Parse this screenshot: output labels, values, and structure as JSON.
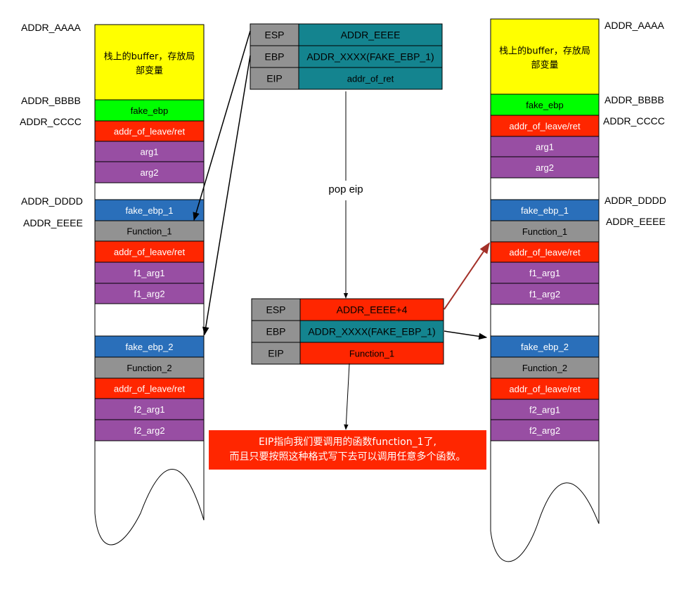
{
  "colors": {
    "yellow": "#ffff00",
    "green": "#00ff00",
    "red": "#ff2600",
    "purple": "#984ea3",
    "blue": "#2a6fba",
    "gray": "#929292",
    "teal": "#14848f",
    "white": "#ffffff",
    "arrow_black": "#000000",
    "arrow_red": "#a33028"
  },
  "left_stack": {
    "addresses": {
      "aaaa": "ADDR_AAAA",
      "bbbb": "ADDR_BBBB",
      "cccc": "ADDR_CCCC",
      "dddd": "ADDR_DDDD",
      "eeee": "ADDR_EEEE"
    },
    "cells": [
      {
        "label": "栈上的buffer，存放局部变量",
        "color": "yellow"
      },
      {
        "label": "fake_ebp",
        "color": "green"
      },
      {
        "label": "addr_of_leave/ret",
        "color": "red"
      },
      {
        "label": "arg1",
        "color": "purple"
      },
      {
        "label": "arg2",
        "color": "purple"
      },
      {
        "label": "",
        "color": "white"
      },
      {
        "label": "fake_ebp_1",
        "color": "blue"
      },
      {
        "label": "Function_1",
        "color": "gray"
      },
      {
        "label": "addr_of_leave/ret",
        "color": "red"
      },
      {
        "label": "f1_arg1",
        "color": "purple"
      },
      {
        "label": "f1_arg2",
        "color": "purple"
      },
      {
        "label": "",
        "color": "white"
      },
      {
        "label": "fake_ebp_2",
        "color": "blue"
      },
      {
        "label": "Function_2",
        "color": "gray"
      },
      {
        "label": "addr_of_leave/ret",
        "color": "red"
      },
      {
        "label": "f2_arg1",
        "color": "purple"
      },
      {
        "label": "f2_arg2",
        "color": "purple"
      }
    ]
  },
  "right_stack": {
    "addresses": {
      "aaaa": "ADDR_AAAA",
      "bbbb": "ADDR_BBBB",
      "cccc": "ADDR_CCCC",
      "dddd": "ADDR_DDDD",
      "eeee": "ADDR_EEEE"
    },
    "cells": [
      {
        "label": "栈上的buffer，存放局部变量",
        "color": "yellow"
      },
      {
        "label": "fake_ebp",
        "color": "green"
      },
      {
        "label": "addr_of_leave/ret",
        "color": "red"
      },
      {
        "label": "arg1",
        "color": "purple"
      },
      {
        "label": "arg2",
        "color": "purple"
      },
      {
        "label": "",
        "color": "white"
      },
      {
        "label": "fake_ebp_1",
        "color": "blue"
      },
      {
        "label": "Function_1",
        "color": "gray"
      },
      {
        "label": "addr_of_leave/ret",
        "color": "red"
      },
      {
        "label": "f1_arg1",
        "color": "purple"
      },
      {
        "label": "f1_arg2",
        "color": "purple"
      },
      {
        "label": "",
        "color": "white"
      },
      {
        "label": "fake_ebp_2",
        "color": "blue"
      },
      {
        "label": "Function_2",
        "color": "gray"
      },
      {
        "label": "addr_of_leave/ret",
        "color": "red"
      },
      {
        "label": "f2_arg1",
        "color": "purple"
      },
      {
        "label": "f2_arg2",
        "color": "purple"
      }
    ]
  },
  "registers_before": [
    {
      "name": "ESP",
      "value": "ADDR_EEEE",
      "color": "teal"
    },
    {
      "name": "EBP",
      "value": "ADDR_XXXX(FAKE_EBP_1)",
      "color": "teal"
    },
    {
      "name": "EIP",
      "value": "addr_of_ret",
      "color": "teal"
    }
  ],
  "operation_label": "pop eip",
  "registers_after": [
    {
      "name": "ESP",
      "value": "ADDR_EEEE+4",
      "color": "red"
    },
    {
      "name": "EBP",
      "value": "ADDR_XXXX(FAKE_EBP_1)",
      "color": "teal"
    },
    {
      "name": "EIP",
      "value": "Function_1",
      "color": "red"
    }
  ],
  "note": {
    "line1": "EIP指向我们要调用的函数function_1了,",
    "line2": "而且只要按照这种格式写下去可以调用任意多个函数。"
  }
}
